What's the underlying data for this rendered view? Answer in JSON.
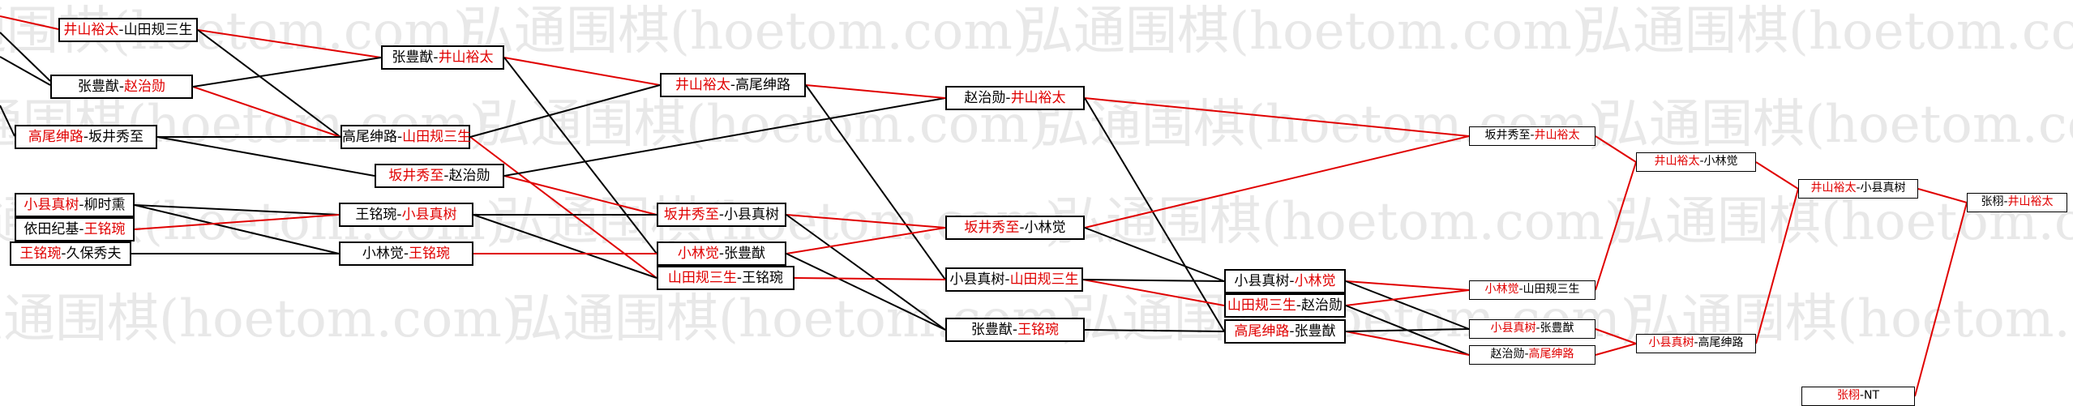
{
  "watermark": "弘通围棋(hoetom.com)",
  "colors": {
    "winner": "#e00000",
    "loser": "#000000",
    "line_red": "#e00000",
    "line_black": "#000000"
  },
  "nodes": [
    {
      "id": "r1_1",
      "a": "井山裕太",
      "b": "山田规三生",
      "red": "a"
    },
    {
      "id": "r1_2",
      "a": "张豊猷",
      "b": "赵治勋",
      "red": "b"
    },
    {
      "id": "r1_3",
      "a": "高尾绅路",
      "b": "坂井秀至",
      "red": "a"
    },
    {
      "id": "r1_4",
      "a": "小县真树",
      "b": "柳时熏",
      "red": "a"
    },
    {
      "id": "r1_5",
      "a": "依田纪基",
      "b": "王铭琬",
      "red": "b"
    },
    {
      "id": "r1_6",
      "a": "王铭琬",
      "b": "久保秀夫",
      "red": "a"
    },
    {
      "id": "r2_1",
      "a": "张豊猷",
      "b": "井山裕太",
      "red": "b"
    },
    {
      "id": "r2_2",
      "a": "高尾绅路",
      "b": "山田规三生",
      "red": "b"
    },
    {
      "id": "r2_3",
      "a": "坂井秀至",
      "b": "赵治勋",
      "red": "a"
    },
    {
      "id": "r2_4",
      "a": "王铭琬",
      "b": "小县真树",
      "red": "b"
    },
    {
      "id": "r2_5",
      "a": "小林觉",
      "b": "王铭琬",
      "red": "b"
    },
    {
      "id": "r3_1",
      "a": "井山裕太",
      "b": "高尾绅路",
      "red": "a"
    },
    {
      "id": "r3_2",
      "a": "坂井秀至",
      "b": "小县真树",
      "red": "a"
    },
    {
      "id": "r3_3",
      "a": "小林觉",
      "b": "张豊猷",
      "red": "a"
    },
    {
      "id": "r3_4",
      "a": "山田规三生",
      "b": "王铭琬",
      "red": "a"
    },
    {
      "id": "r4_1",
      "a": "赵治勋",
      "b": "井山裕太",
      "red": "b"
    },
    {
      "id": "r4_2",
      "a": "坂井秀至",
      "b": "小林觉",
      "red": "a"
    },
    {
      "id": "r4_3",
      "a": "小县真树",
      "b": "山田规三生",
      "red": "b"
    },
    {
      "id": "r4_4",
      "a": "张豊猷",
      "b": "王铭琬",
      "red": "b"
    },
    {
      "id": "r5_1",
      "a": "小县真树",
      "b": "小林觉",
      "red": "b"
    },
    {
      "id": "r5_2",
      "a": "山田规三生",
      "b": "赵治勋",
      "red": "a"
    },
    {
      "id": "r5_3",
      "a": "高尾绅路",
      "b": "张豊猷",
      "red": "a"
    },
    {
      "id": "r6_1",
      "a": "坂井秀至",
      "b": "井山裕太",
      "red": "b"
    },
    {
      "id": "r6_2",
      "a": "小林觉",
      "b": "山田规三生",
      "red": "a"
    },
    {
      "id": "r6_3",
      "a": "小县真树",
      "b": "张豊猷",
      "red": "a"
    },
    {
      "id": "r6_4",
      "a": "赵治勋",
      "b": "高尾绅路",
      "red": "b"
    },
    {
      "id": "r7_1",
      "a": "井山裕太",
      "b": "小林觉",
      "red": "a"
    },
    {
      "id": "r7_2",
      "a": "小县真树",
      "b": "高尾绅路",
      "red": "a"
    },
    {
      "id": "r8_1",
      "a": "井山裕太",
      "b": "小县真树",
      "red": "a"
    },
    {
      "id": "r8_2",
      "a": "张栩",
      "b": "NT",
      "red": "a"
    },
    {
      "id": "r9_1",
      "a": "张栩",
      "b": "井山裕太",
      "red": "b"
    }
  ],
  "edges": [
    [
      "r1_1",
      "r2_1",
      "red"
    ],
    [
      "r1_1",
      "r2_2",
      "black"
    ],
    [
      "r1_2",
      "r2_2",
      "red"
    ],
    [
      "r1_2",
      "r2_1",
      "black"
    ],
    [
      "r1_3",
      "r2_3",
      "black"
    ],
    [
      "r1_3",
      "r2_2",
      "black"
    ],
    [
      "r1_4",
      "r2_4",
      "black"
    ],
    [
      "r1_4",
      "r2_5",
      "black"
    ],
    [
      "r1_5",
      "r2_4",
      "red"
    ],
    [
      "r1_6",
      "r2_5",
      "black"
    ],
    [
      "r2_1",
      "r3_1",
      "red"
    ],
    [
      "r2_1",
      "r3_3",
      "black"
    ],
    [
      "r2_2",
      "r3_4",
      "red"
    ],
    [
      "r2_2",
      "r3_1",
      "black"
    ],
    [
      "r2_3",
      "r3_2",
      "red"
    ],
    [
      "r2_3",
      "r4_1",
      "black"
    ],
    [
      "r2_4",
      "r3_2",
      "black"
    ],
    [
      "r2_4",
      "r3_4",
      "black"
    ],
    [
      "r2_5",
      "r3_3",
      "red"
    ],
    [
      "r3_1",
      "r4_1",
      "red"
    ],
    [
      "r3_1",
      "r4_3",
      "black"
    ],
    [
      "r3_2",
      "r4_2",
      "red"
    ],
    [
      "r3_2",
      "r4_4",
      "black"
    ],
    [
      "r3_3",
      "r4_2",
      "red"
    ],
    [
      "r3_3",
      "r4_4",
      "black"
    ],
    [
      "r3_4",
      "r4_3",
      "red"
    ],
    [
      "r4_1",
      "r6_1",
      "red"
    ],
    [
      "r4_1",
      "r5_3",
      "black"
    ],
    [
      "r4_2",
      "r6_1",
      "red"
    ],
    [
      "r4_2",
      "r5_1",
      "black"
    ],
    [
      "r4_3",
      "r5_2",
      "red"
    ],
    [
      "r4_3",
      "r5_1",
      "black"
    ],
    [
      "r4_4",
      "r5_3",
      "black"
    ],
    [
      "r5_1",
      "r6_2",
      "red"
    ],
    [
      "r5_1",
      "r6_3",
      "black"
    ],
    [
      "r5_2",
      "r6_2",
      "red"
    ],
    [
      "r5_2",
      "r6_4",
      "black"
    ],
    [
      "r5_3",
      "r6_4",
      "red"
    ],
    [
      "r5_3",
      "r6_3",
      "black"
    ],
    [
      "r6_1",
      "r7_1",
      "red"
    ],
    [
      "r6_2",
      "r7_1",
      "red"
    ],
    [
      "r6_3",
      "r7_2",
      "red"
    ],
    [
      "r6_4",
      "r7_2",
      "red"
    ],
    [
      "r7_1",
      "r8_1",
      "red"
    ],
    [
      "r7_2",
      "r8_1",
      "red"
    ],
    [
      "r8_1",
      "r9_1",
      "red"
    ],
    [
      "r8_2",
      "r9_1",
      "red"
    ]
  ]
}
